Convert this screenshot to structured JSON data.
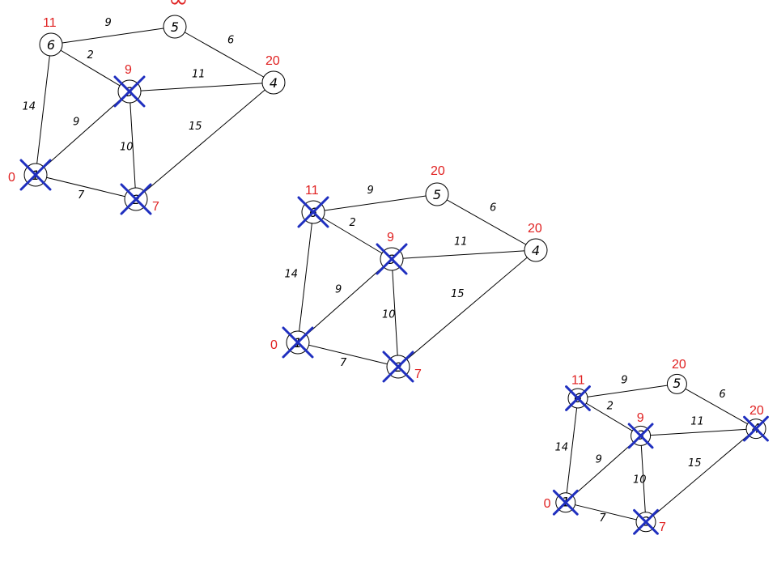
{
  "colors": {
    "distance": "#e02020",
    "visited_cross": "#1f2fbf"
  },
  "graphs": [
    {
      "name": "step-1",
      "nodes": [
        {
          "id": "6",
          "label": "6",
          "dist": "11",
          "visited": false
        },
        {
          "id": "5",
          "label": "5",
          "dist": "∞",
          "visited": false
        },
        {
          "id": "4",
          "label": "4",
          "dist": "20",
          "visited": false
        },
        {
          "id": "3",
          "label": "3",
          "dist": "9",
          "visited": true
        },
        {
          "id": "1",
          "label": "1",
          "dist": "0",
          "visited": true
        },
        {
          "id": "2",
          "label": "2",
          "dist": "7",
          "visited": true
        }
      ],
      "edges": [
        {
          "from": "6",
          "to": "5",
          "weight": "9"
        },
        {
          "from": "5",
          "to": "4",
          "weight": "6"
        },
        {
          "from": "6",
          "to": "3",
          "weight": "2"
        },
        {
          "from": "3",
          "to": "4",
          "weight": "11"
        },
        {
          "from": "6",
          "to": "1",
          "weight": "14"
        },
        {
          "from": "1",
          "to": "3",
          "weight": "9"
        },
        {
          "from": "3",
          "to": "2",
          "weight": "10"
        },
        {
          "from": "2",
          "to": "4",
          "weight": "15"
        },
        {
          "from": "1",
          "to": "2",
          "weight": "7"
        }
      ]
    },
    {
      "name": "step-2",
      "nodes": [
        {
          "id": "6",
          "label": "6",
          "dist": "11",
          "visited": true
        },
        {
          "id": "5",
          "label": "5",
          "dist": "20",
          "visited": false
        },
        {
          "id": "4",
          "label": "4",
          "dist": "20",
          "visited": false
        },
        {
          "id": "3",
          "label": "3",
          "dist": "9",
          "visited": true
        },
        {
          "id": "1",
          "label": "1",
          "dist": "0",
          "visited": true
        },
        {
          "id": "2",
          "label": "2",
          "dist": "7",
          "visited": true
        }
      ],
      "edges": [
        {
          "from": "6",
          "to": "5",
          "weight": "9"
        },
        {
          "from": "5",
          "to": "4",
          "weight": "6"
        },
        {
          "from": "6",
          "to": "3",
          "weight": "2"
        },
        {
          "from": "3",
          "to": "4",
          "weight": "11"
        },
        {
          "from": "6",
          "to": "1",
          "weight": "14"
        },
        {
          "from": "1",
          "to": "3",
          "weight": "9"
        },
        {
          "from": "3",
          "to": "2",
          "weight": "10"
        },
        {
          "from": "2",
          "to": "4",
          "weight": "15"
        },
        {
          "from": "1",
          "to": "2",
          "weight": "7"
        }
      ]
    },
    {
      "name": "step-3",
      "nodes": [
        {
          "id": "6",
          "label": "6",
          "dist": "11",
          "visited": true
        },
        {
          "id": "5",
          "label": "5",
          "dist": "20",
          "visited": false
        },
        {
          "id": "4",
          "label": "4",
          "dist": "20",
          "visited": true
        },
        {
          "id": "3",
          "label": "3",
          "dist": "9",
          "visited": true
        },
        {
          "id": "1",
          "label": "1",
          "dist": "0",
          "visited": true
        },
        {
          "id": "2",
          "label": "2",
          "dist": "7",
          "visited": true
        }
      ],
      "edges": [
        {
          "from": "6",
          "to": "5",
          "weight": "9"
        },
        {
          "from": "5",
          "to": "4",
          "weight": "6"
        },
        {
          "from": "6",
          "to": "3",
          "weight": "2"
        },
        {
          "from": "3",
          "to": "4",
          "weight": "11"
        },
        {
          "from": "6",
          "to": "1",
          "weight": "14"
        },
        {
          "from": "1",
          "to": "3",
          "weight": "9"
        },
        {
          "from": "3",
          "to": "2",
          "weight": "10"
        },
        {
          "from": "2",
          "to": "4",
          "weight": "15"
        },
        {
          "from": "1",
          "to": "2",
          "weight": "7"
        }
      ]
    }
  ]
}
